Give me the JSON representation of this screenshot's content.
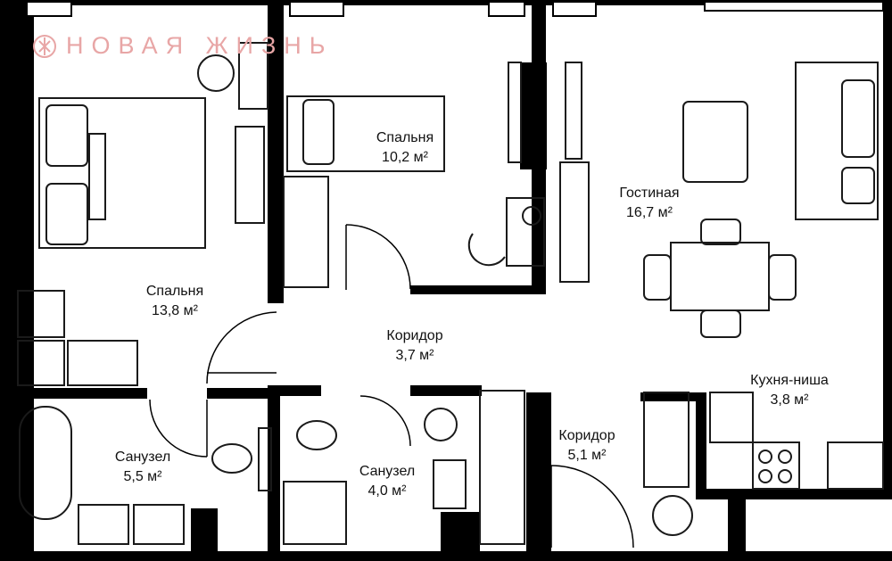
{
  "brand": {
    "name": "НОВАЯ ЖИЗНЬ",
    "logo_icon": "brand-logo-icon",
    "color": "#e8a6a6"
  },
  "rooms": [
    {
      "id": "bedroom-large",
      "name": "Спальня",
      "area": "13,8 м²"
    },
    {
      "id": "bedroom-small",
      "name": "Спальня",
      "area": "10,2 м²"
    },
    {
      "id": "living-room",
      "name": "Гостиная",
      "area": "16,7 м²"
    },
    {
      "id": "corridor-center",
      "name": "Коридор",
      "area": "3,7 м²"
    },
    {
      "id": "kitchen-niche",
      "name": "Кухня-ниша",
      "area": "3,8 м²"
    },
    {
      "id": "bathroom-large",
      "name": "Санузел",
      "area": "5,5 м²"
    },
    {
      "id": "bathroom-small",
      "name": "Санузел",
      "area": "4,0 м²"
    },
    {
      "id": "corridor-right",
      "name": "Коридор",
      "area": "5,1 м²"
    }
  ],
  "colors": {
    "wall": "#000000",
    "furniture_stroke": "#1a1a1a",
    "background": "#ffffff"
  }
}
